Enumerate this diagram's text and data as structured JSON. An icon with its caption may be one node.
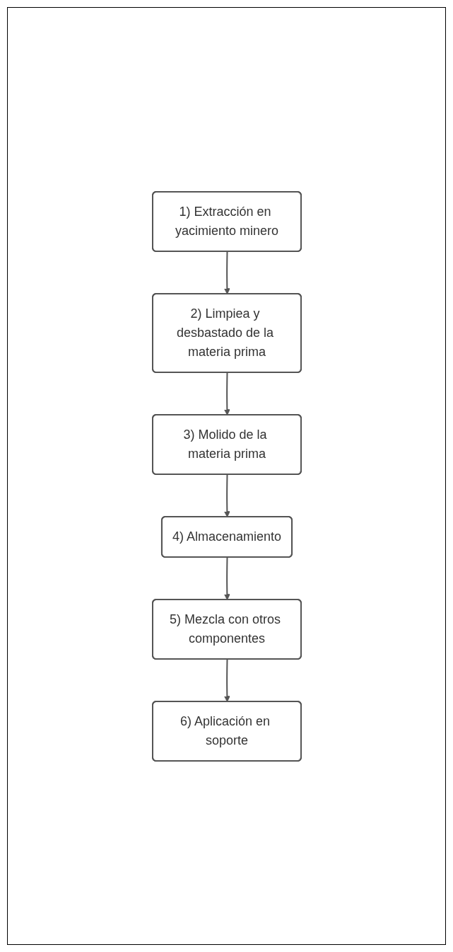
{
  "diagram": {
    "nodes": [
      {
        "text": [
          "1) Extracción en yacimiento minero"
        ]
      },
      {
        "text": [
          "2) Limpiea y desbastado de la materia prima"
        ]
      },
      {
        "text": [
          "3) Molido de la materia prima"
        ]
      },
      {
        "text": [
          "4) Almacenamiento"
        ]
      },
      {
        "text": [
          "5) Mezcla con otros componentes"
        ]
      },
      {
        "text": [
          "6) Aplicación en soporte"
        ]
      }
    ],
    "edges": [
      {
        "from": 0,
        "to": 1,
        "arrow": "to"
      },
      {
        "from": 1,
        "to": 2,
        "arrow": "to"
      },
      {
        "from": 2,
        "to": 3,
        "arrow": "to"
      },
      {
        "from": 3,
        "to": 4,
        "arrow": "to"
      },
      {
        "from": 4,
        "to": 5,
        "arrow": "to"
      }
    ]
  }
}
